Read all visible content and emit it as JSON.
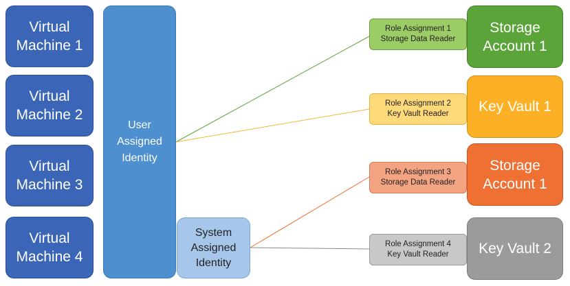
{
  "virtual_machines": [
    {
      "line1": "Virtual",
      "line2": "Machine  1"
    },
    {
      "line1": "Virtual",
      "line2": "Machine  2"
    },
    {
      "line1": "Virtual",
      "line2": "Machine  3"
    },
    {
      "line1": "Virtual",
      "line2": "Machine  4"
    }
  ],
  "user_assigned_identity": {
    "line1": "User",
    "line2": "Assigned",
    "line3": "Identity"
  },
  "system_assigned_identity": {
    "line1": "System",
    "line2": "Assigned",
    "line3": "Identity"
  },
  "role_assignments": [
    {
      "title": "Role Assignment 1",
      "role": "Storage Data Reader",
      "color": "#9ccc65"
    },
    {
      "title": "Role Assignment 2",
      "role": "Key Vault Reader",
      "color": "#ffd97a"
    },
    {
      "title": "Role Assignment 3",
      "role": "Storage Data Reader",
      "color": "#f4a483"
    },
    {
      "title": "Role Assignment 4",
      "role": "Key Vault Reader",
      "color": "#c8c8c8"
    }
  ],
  "resources": [
    {
      "line1": "Storage",
      "line2": "Account 1",
      "color": "#5aa43a"
    },
    {
      "line1": "Key Vault 1",
      "line2": "",
      "color": "#fbb025"
    },
    {
      "line1": "Storage",
      "line2": "Account 1",
      "color": "#ef7033"
    },
    {
      "line1": "Key Vault 2",
      "line2": "",
      "color": "#9b9b9b"
    }
  ]
}
